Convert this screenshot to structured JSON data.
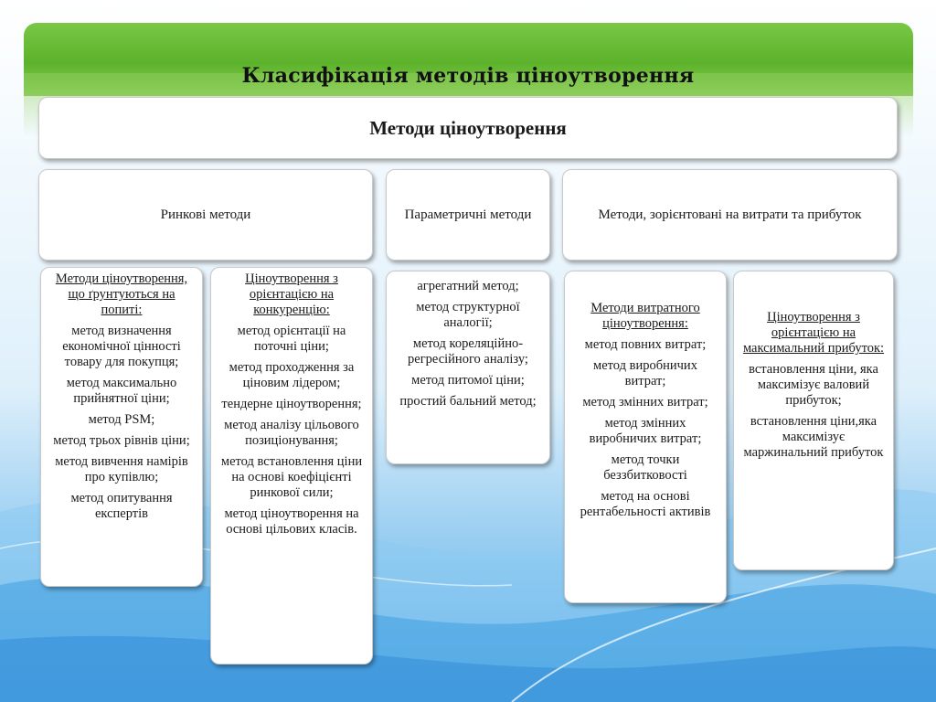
{
  "slide_title": "Класифікація методів ціноутворення",
  "top_box": "Методи ціноутворення",
  "categories": [
    "Ринкові методи",
    "Параметричні методи",
    "Методи, зорієнтовані на витрати та прибуток"
  ],
  "columns": [
    {
      "title": "Методи ціноутворення, що ґрунтуються на попиті:",
      "items": [
        "метод визначення економічної цінності товару для покупця;",
        "метод максимально прийнятної ціни;",
        "метод PSM;",
        "метод трьох рівнів ціни;",
        "метод вивчення намірів про купівлю;",
        "метод опитування експертів"
      ]
    },
    {
      "title": "Ціноутворення з орієнтацією на конкуренцію:",
      "items": [
        "метод орієнтації на поточні ціни;",
        "метод проходження за ціновим лідером;",
        "тендерне ціноутворення;",
        "метод аналізу цільового позиціонування;",
        "метод встановлення ціни на основі коефіцієнті ринкової сили;",
        "метод ціноутворення на основі цільових класів."
      ]
    },
    {
      "title": "",
      "items": [
        "агрегатний метод;",
        "метод структурної аналогії;",
        "метод кореляційно-регресійного аналізу;",
        "метод питомої ціни;",
        "простий бальний метод;"
      ]
    },
    {
      "title": "Методи витратного ціноутворення:",
      "items": [
        "метод повних витрат;",
        "метод виробничих витрат;",
        "метод змінних витрат;",
        "метод змінних виробничих витрат;",
        "метод точки беззбитковості",
        "метод на основі рентабельності активів"
      ]
    },
    {
      "title": "Ціноутворення з орієнтацією на максимальний прибуток:",
      "items": [
        "встановлення ціни, яка максимізує валовий прибуток;",
        "встановлення ціни,яка максимізує маржинальний прибуток"
      ]
    }
  ]
}
